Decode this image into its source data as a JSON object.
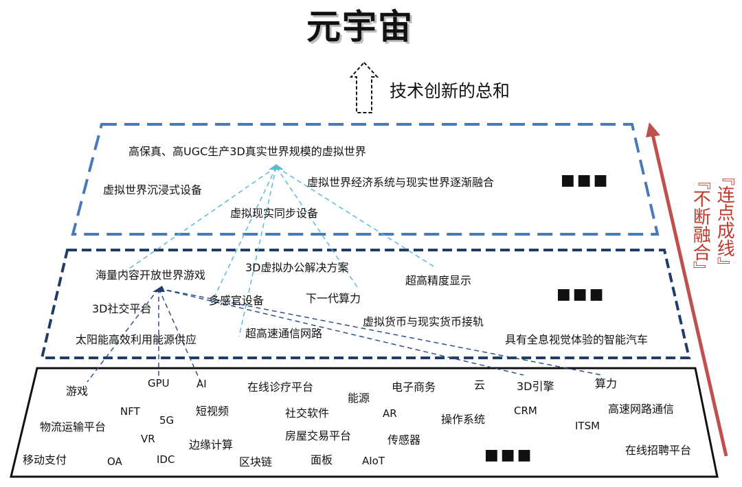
{
  "title": "元宇宙",
  "arrow_caption": "技术创新的总和",
  "side_label": {
    "col1": "『连点成线』",
    "col2": "『不断融合』"
  },
  "colors": {
    "top_box": "#4a7ab5",
    "mid_box": "#1f3d6b",
    "top_lines": "#5bbad5",
    "mid_lines": "#2e4f86",
    "side_arrow": "#c0504d",
    "side_text": "#c0392b"
  },
  "top_layer": {
    "items": [
      "高保真、高UGC生产3D真实世界规模的虚拟世界",
      "虚拟世界经济系统与现实世界逐渐融合",
      "虚拟世界沉浸式设备",
      "虚拟现实同步设备"
    ],
    "ellipsis": "■■■"
  },
  "mid_layer": {
    "items": [
      "海量内容开放世界游戏",
      "3D虚拟办公解决方案",
      "超高精度显示",
      "下一代算力",
      "多感官设备",
      "3D社交平台",
      "虚拟货币与现实货币接轨",
      "超高速通信网路",
      "太阳能高效利用能源供应",
      "具有全息视觉体验的智能汽车"
    ],
    "ellipsis": "■■■"
  },
  "base_layer": {
    "items": [
      "游戏",
      "GPU",
      "AI",
      "在线诊疗平台",
      "能源",
      "电子商务",
      "云",
      "3D引擎",
      "算力",
      "NFT",
      "5G",
      "短视频",
      "社交软件",
      "AR",
      "操作系统",
      "CRM",
      "高速网路通信",
      "物流运输平台",
      "ITSM",
      "VR",
      "边缘计算",
      "房屋交易平台",
      "传感器",
      "移动支付",
      "OA",
      "IDC",
      "区块链",
      "面板",
      "AIoT",
      "在线招聘平台"
    ],
    "ellipsis": "■■■"
  }
}
